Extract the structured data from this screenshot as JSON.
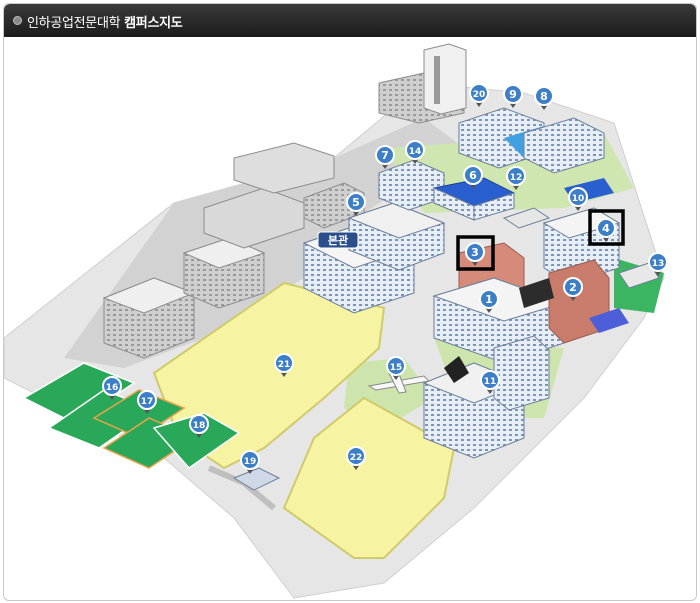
{
  "header": {
    "title_prefix": "인하공업전문대학",
    "title_bold": "캠퍼스지도"
  },
  "map": {
    "main_building_label": "본관",
    "markers": [
      {
        "id": "1",
        "highlighted": false
      },
      {
        "id": "2",
        "highlighted": false
      },
      {
        "id": "3",
        "highlighted": true
      },
      {
        "id": "4",
        "highlighted": true
      },
      {
        "id": "5",
        "highlighted": false
      },
      {
        "id": "6",
        "highlighted": false
      },
      {
        "id": "7",
        "highlighted": false
      },
      {
        "id": "8",
        "highlighted": false
      },
      {
        "id": "9",
        "highlighted": false
      },
      {
        "id": "10",
        "highlighted": false
      },
      {
        "id": "11",
        "highlighted": false
      },
      {
        "id": "12",
        "highlighted": false
      },
      {
        "id": "13",
        "highlighted": false
      },
      {
        "id": "14",
        "highlighted": false
      },
      {
        "id": "15",
        "highlighted": false
      },
      {
        "id": "16",
        "highlighted": false
      },
      {
        "id": "17",
        "highlighted": false
      },
      {
        "id": "18",
        "highlighted": false
      },
      {
        "id": "19",
        "highlighted": false
      },
      {
        "id": "20",
        "highlighted": false
      },
      {
        "id": "21",
        "highlighted": false
      },
      {
        "id": "22",
        "highlighted": false
      }
    ],
    "colors": {
      "marker_fill": "#3d7fc6",
      "highlight_border": "#000000",
      "field": "#f5f2a0",
      "turf": "#2aa85a",
      "ground": "#e3e3e3"
    }
  }
}
